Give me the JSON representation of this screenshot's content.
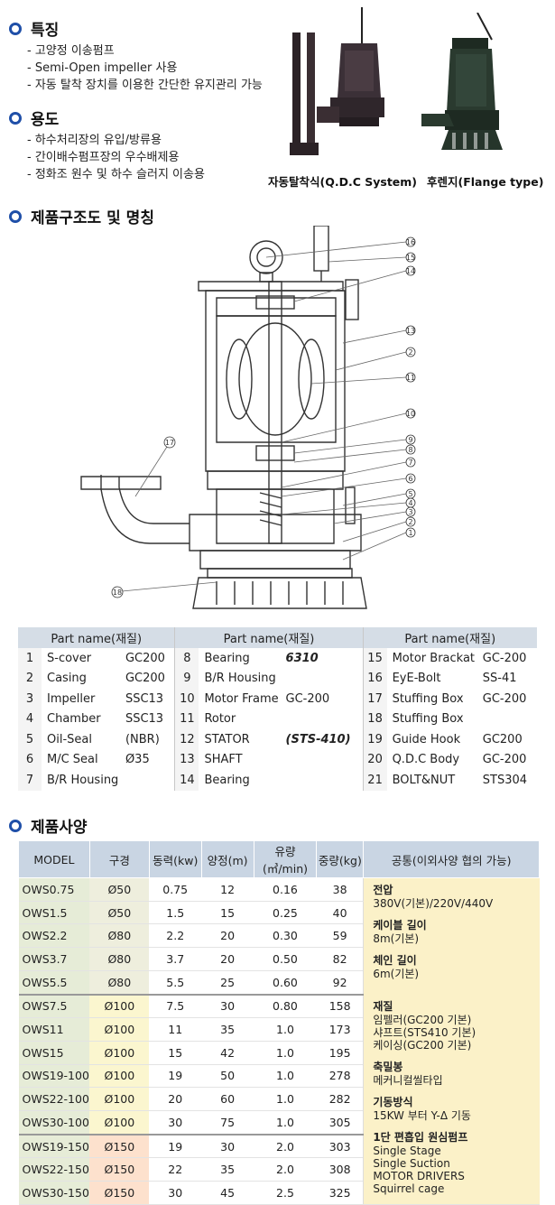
{
  "features": {
    "title": "특징",
    "items": [
      "고양정 이송펌프",
      "Semi-Open impeller 사용",
      "자동 탈착 장치를 이용한 간단한 유지관리 가능"
    ]
  },
  "usage": {
    "title": "용도",
    "items": [
      "하수처리장의 유입/방류용",
      "간이배수펌프장의 우수배제용",
      "정화조 원수 및 하수 슬러지 이송용"
    ]
  },
  "photos": {
    "left_caption": "자동탈착식(Q.D.C System)",
    "right_caption": "후렌지(Flange type)"
  },
  "structure": {
    "title": "제품구조도 및 명칭",
    "callouts": [
      "16",
      "15",
      "14",
      "13",
      "2",
      "11",
      "10",
      "9",
      "8",
      "7",
      "6",
      "5",
      "4",
      "3",
      "2",
      "1",
      "17",
      "18"
    ]
  },
  "parts": {
    "header": "Part name(재질)",
    "rows": [
      [
        {
          "n": "1",
          "name": "S-cover",
          "mat": "GC200"
        },
        {
          "n": "8",
          "name": "Bearing",
          "mat": "6310"
        },
        {
          "n": "15",
          "name": "Motor Brackat",
          "mat": "GC-200"
        }
      ],
      [
        {
          "n": "2",
          "name": "Casing",
          "mat": "GC200"
        },
        {
          "n": "9",
          "name": "B/R Housing",
          "mat": ""
        },
        {
          "n": "16",
          "name": "EyE-Bolt",
          "mat": "SS-41"
        }
      ],
      [
        {
          "n": "3",
          "name": "Impeller",
          "mat": "SSC13"
        },
        {
          "n": "10",
          "name": "Motor Frame",
          "mat": "GC-200"
        },
        {
          "n": "17",
          "name": "Stuffing Box",
          "mat": "GC-200"
        }
      ],
      [
        {
          "n": "4",
          "name": "Chamber",
          "mat": "SSC13"
        },
        {
          "n": "11",
          "name": "Rotor",
          "mat": ""
        },
        {
          "n": "18",
          "name": "Stuffing Box",
          "mat": ""
        }
      ],
      [
        {
          "n": "5",
          "name": "Oil-Seal",
          "mat": "(NBR)"
        },
        {
          "n": "12",
          "name": "STATOR",
          "mat": "(STS-410)"
        },
        {
          "n": "19",
          "name": "Guide Hook",
          "mat": "GC200"
        }
      ],
      [
        {
          "n": "6",
          "name": "M/C Seal",
          "mat": "Ø35"
        },
        {
          "n": "13",
          "name": "SHAFT",
          "mat": ""
        },
        {
          "n": "20",
          "name": "Q.D.C Body",
          "mat": "GC-200"
        }
      ],
      [
        {
          "n": "7",
          "name": "B/R Housing",
          "mat": ""
        },
        {
          "n": "14",
          "name": "Bearing",
          "mat": ""
        },
        {
          "n": "21",
          "name": "BOLT&NUT",
          "mat": "STS304"
        }
      ]
    ]
  },
  "spec": {
    "title": "제품사양",
    "headers": [
      "MODEL",
      "구경",
      "동력(kw)",
      "양정(m)",
      "유량(㎥/min)",
      "중량(kg)",
      "공통(이외사양 협의 가능)"
    ],
    "rows": [
      [
        "OWS0.75",
        "Ø50",
        "0.75",
        "12",
        "0.16",
        "38"
      ],
      [
        "OWS1.5",
        "Ø50",
        "1.5",
        "15",
        "0.25",
        "40"
      ],
      [
        "OWS2.2",
        "Ø80",
        "2.2",
        "20",
        "0.30",
        "59"
      ],
      [
        "OWS3.7",
        "Ø80",
        "3.7",
        "20",
        "0.50",
        "82"
      ],
      [
        "OWS5.5",
        "Ø80",
        "5.5",
        "25",
        "0.60",
        "92"
      ],
      [
        "OWS7.5",
        "Ø100",
        "7.5",
        "30",
        "0.80",
        "158"
      ],
      [
        "OWS11",
        "Ø100",
        "11",
        "35",
        "1.0",
        "173"
      ],
      [
        "OWS15",
        "Ø100",
        "15",
        "42",
        "1.0",
        "195"
      ],
      [
        "OWS19-100",
        "Ø100",
        "19",
        "50",
        "1.0",
        "278"
      ],
      [
        "OWS22-100",
        "Ø100",
        "20",
        "60",
        "1.0",
        "282"
      ],
      [
        "OWS30-100",
        "Ø100",
        "30",
        "75",
        "1.0",
        "305"
      ],
      [
        "OWS19-150",
        "Ø150",
        "19",
        "30",
        "2.0",
        "303"
      ],
      [
        "OWS22-150",
        "Ø150",
        "22",
        "35",
        "2.0",
        "308"
      ],
      [
        "OWS30-150",
        "Ø150",
        "30",
        "45",
        "2.5",
        "325"
      ]
    ],
    "common": [
      {
        "label": "전압",
        "value": "380V(기본)/220V/440V"
      },
      {
        "label": "케이블 길이",
        "value": "8m(기본)"
      },
      {
        "label": "체인 길이",
        "value": "6m(기본)"
      },
      {
        "label": "재질",
        "value": "임펠러(GC200 기본)\n샤프트(STS410 기본)\n케이싱(GC200 기본)"
      },
      {
        "label": "축밀봉",
        "value": "메커니컬씰타입"
      },
      {
        "label": "기동방식",
        "value": "15KW 부터 Y-Δ 기동"
      },
      {
        "label": "1단 편흡입 원심펌프",
        "value": "Single Stage\nSingle Suction\nMOTOR DRIVERS\nSquirrel cage"
      }
    ]
  }
}
